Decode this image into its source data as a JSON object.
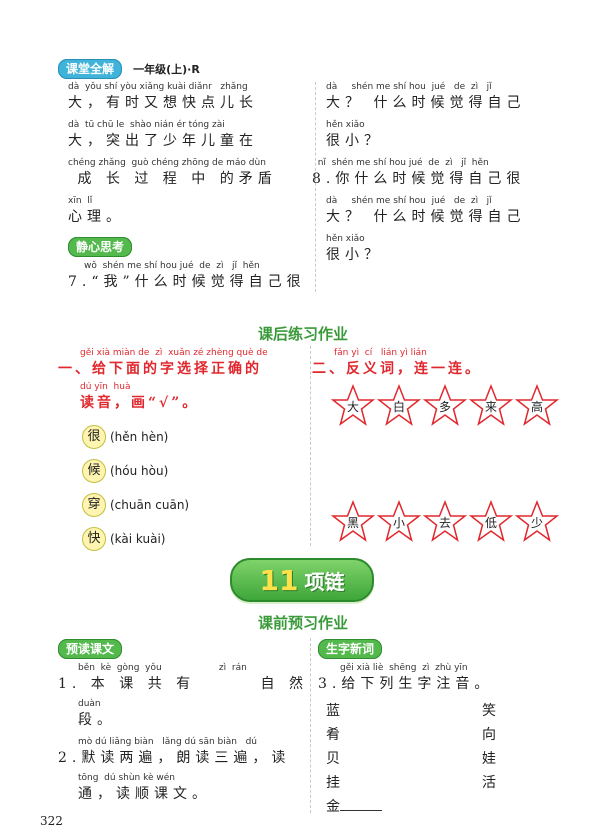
{
  "header": {
    "logo": "课堂全解",
    "grade": "一年级(上)·R",
    "page_number": "322"
  },
  "left_col": {
    "lines": [
      {
        "py": "dà  yǒu shí yòu xiǎng kuài diǎnr   zhǎng",
        "hz": "大，有时又想快点儿长"
      },
      {
        "py": "dà  tū chū le  shào nián ér tóng zài",
        "hz": "大，突出了少年儿童在"
      },
      {
        "py": "chéng zhǎng  guò chéng zhōng de máo dùn",
        "hz": " 成 长 过 程 中 的矛盾"
      },
      {
        "py": "xīn  lǐ",
        "hz": "心理。"
      }
    ],
    "section_title": "静心思考",
    "q7_py": "wǒ  shén me shí hou jué  de  zì   jǐ  hěn",
    "q7_hz": "7.“我”什么时候觉得自己很"
  },
  "right_col": {
    "lines": [
      {
        "py": "dà     shén me shí hou  jué   de  zì   jǐ",
        "hz": "大？ 什么时候觉得自己"
      },
      {
        "py": "hěn xiǎo",
        "hz": "很小？"
      },
      {
        "py": "  nǐ  shén me shí hou jué  de  zì   jǐ  hěn",
        "hz": "8.你什么时候觉得自己很"
      },
      {
        "py": "dà     shén me shí hou  jué   de  zì   jǐ",
        "hz": "大？ 什么时候觉得自己"
      },
      {
        "py": "hěn xiǎo",
        "hz": "很小？"
      }
    ]
  },
  "after_class": {
    "title": "课后练习作业",
    "q1_py": "gěi xià miàn de  zì  xuǎn zé zhèng què de",
    "q1_hz": "一、给下面的字选择正确的",
    "q1_py2": "dú yīn  huà",
    "q1_hz2": "读音，画“√”。",
    "items": [
      {
        "char": "很",
        "options": "(hěn  hèn)"
      },
      {
        "char": "候",
        "options": "(hóu  hòu)"
      },
      {
        "char": "穿",
        "options": "(chuān  cuān)"
      },
      {
        "char": "快",
        "options": "(kài  kuài)"
      }
    ],
    "q2_py": "fǎn yì  cí   lián yì lián",
    "q2_hz": "二、反义词，连一连。",
    "stars_top": [
      "大",
      "白",
      "多",
      "来",
      "高"
    ],
    "stars_bottom": [
      "黑",
      "小",
      "去",
      "低",
      "少"
    ]
  },
  "lesson": {
    "number": "11",
    "title": "项链"
  },
  "pre_class": {
    "title": "课前预习作业",
    "left_label": "预读课文",
    "right_label": "生字新词",
    "q1_py": "běn  kè  gòng  yǒu                    zì  rán",
    "q1_hz_a": "1. 本 课 共 有",
    "q1_hz_b": "自 然",
    "q1_py2": "duàn",
    "q1_hz2": "段。",
    "q2_py": "mò dú liǎng biàn   lǎng dú sān biàn   dú",
    "q2_hz": "2.默读两遍，朗读三遍，读",
    "q2_py2": "tōng  dú shùn kè wén",
    "q2_hz2": "通，读顺课文。",
    "q3_py": "gěi xià liè  shēng  zì  zhù yīn",
    "q3_hz": "3.给下列生字注音。",
    "chars_left": [
      "蓝",
      "肴",
      "贝",
      "挂",
      "金"
    ],
    "chars_right": [
      "笑",
      "向",
      "娃",
      "活"
    ]
  },
  "colors": {
    "green": "#3a9a3a",
    "red": "#e0282e",
    "star": "#e0282e"
  }
}
